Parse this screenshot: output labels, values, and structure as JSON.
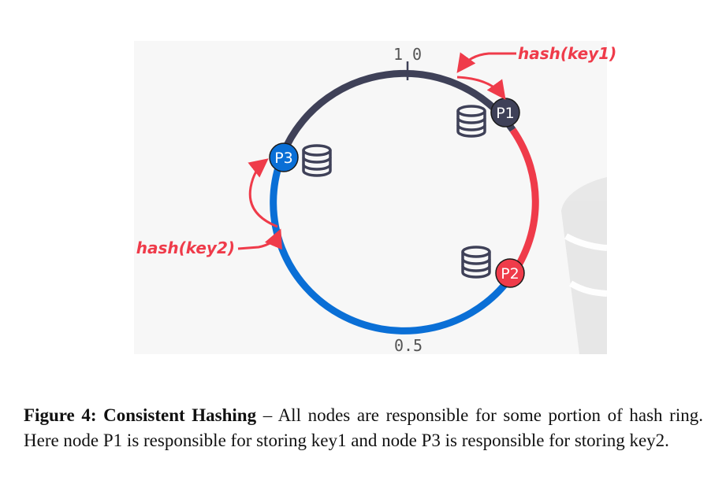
{
  "diagram": {
    "top_label_left": "1",
    "top_label_right": "0",
    "bottom_label": "0.5",
    "nodes": [
      {
        "name": "P1",
        "color": "#3f4158"
      },
      {
        "name": "P2",
        "color": "#ef3b4a"
      },
      {
        "name": "P3",
        "color": "#0a6fd6"
      }
    ],
    "keys": [
      {
        "label": "hash(key1)"
      },
      {
        "label": "hash(key2)"
      }
    ],
    "colors": {
      "ring_p1_segment": "#3f4158",
      "ring_p2_segment": "#ef3b4a",
      "ring_p3_segment": "#0a6fd6",
      "arrow": "#ef3b4a",
      "panel_background": "#f7f7f7",
      "database_icon": "#3f4158"
    },
    "icons": [
      "database-icon",
      "database-icon",
      "database-icon"
    ]
  },
  "caption": {
    "label": "Figure 4:",
    "title": "Consistent Hashing",
    "text": " – All nodes are responsible for some portion of hash ring.  Here node P1 is responsible for storing key1 and node P3 is responsible for storing key2."
  }
}
